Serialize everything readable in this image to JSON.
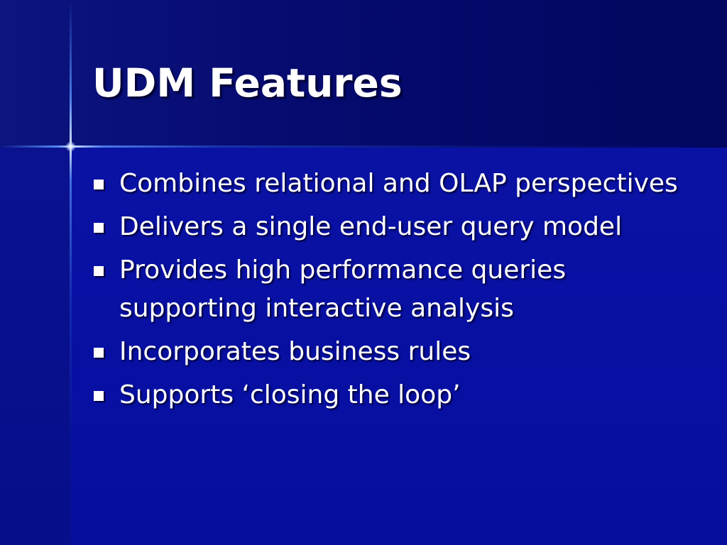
{
  "slide": {
    "title": "UDM Features",
    "bullets": [
      "Combines relational and OLAP perspectives",
      "Delivers a single end-user query model",
      "Provides high performance queries supporting interactive analysis",
      "Incorporates business rules",
      "Supports ‘closing the loop’"
    ]
  },
  "colors": {
    "background": "#000080",
    "text": "#ffffff"
  },
  "icons": {
    "bullet": "square-bullet-icon"
  }
}
